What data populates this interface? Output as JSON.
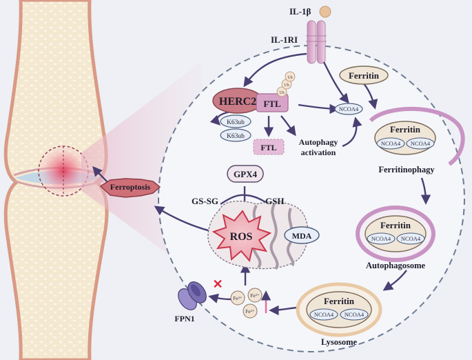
{
  "labels": {
    "il1b": "IL-1β",
    "il1ri": "IL-1RI",
    "herc2": "HERC2",
    "ftl": "FTL",
    "ftl_degraded": "FTL",
    "ub": [
      "Ub",
      "Ub",
      "Ub"
    ],
    "k63ub_1": "K63ub",
    "k63ub_2": "K63ub",
    "ferritin_top": "Ferritin",
    "ncoa4_free": "NCOA4",
    "autophagy_activation_1": "Autophagy",
    "autophagy_activation_2": "activation",
    "ferritin_complex_1": "Ferritin",
    "ncoa4_c1a": "NCOA4",
    "ncoa4_c1b": "NCOA4",
    "ferritinophagy": "Ferritinophagy",
    "ferritin_complex_2": "Ferritin",
    "ncoa4_c2a": "NCOA4",
    "ncoa4_c2b": "NCOA4",
    "autophagosome": "Autophagosome",
    "ferritin_complex_3": "Ferritin",
    "ncoa4_c3a": "NCOA4",
    "ncoa4_c3b": "NCOA4",
    "lysosome": "Lysosome",
    "gpx4": "GPX4",
    "gs_sg": "GS-SG",
    "gsh": "GSH",
    "ros": "ROS",
    "mda": "MDA",
    "ferroptosis": "Ferroptosis",
    "fe2_a": "Fe²⁺",
    "fe2_b": "Fe²⁺",
    "fe2_c": "Fe²⁺",
    "fpn1": "FPN1",
    "block_mark": "✕"
  },
  "colors": {
    "background": "#eef0f5",
    "arrow": "#4a3f72",
    "membrane_dash": "#6d7a92",
    "herc2_fill": "#c97b86",
    "ftl_fill": "#d7a3c7",
    "ferritin_fill": "#f0e6d8",
    "autophagosome_ring": "#c894c3",
    "lysosome_ring": "#e8c9a4",
    "ros_fill": "#c9354b",
    "ferroptosis_fill": "#cf6f78",
    "fpn1_fill": "#7a6fb1",
    "block_x": "#e0263a",
    "increase_arrow": "#e8669a",
    "bone": "#f3e6cd",
    "joint_inflamed": "#e23c5a"
  }
}
